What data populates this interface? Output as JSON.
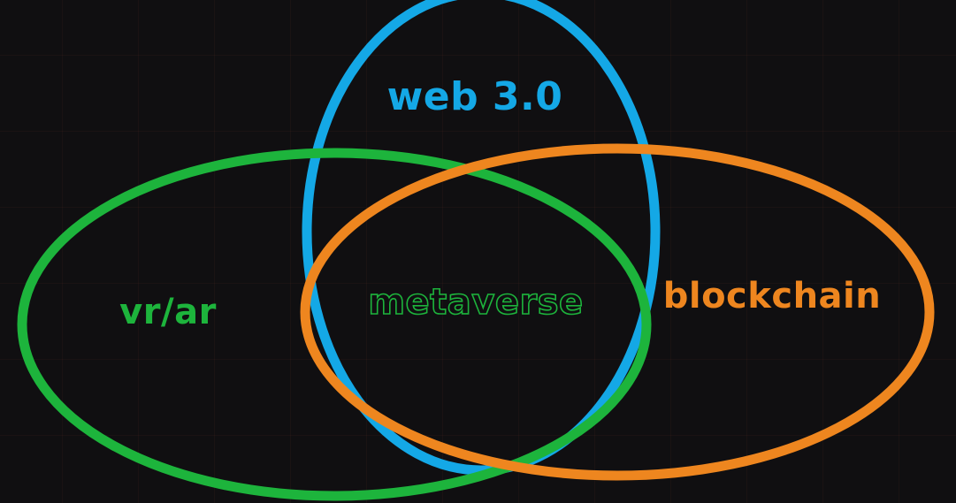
{
  "diagram": {
    "type": "venn",
    "sets": [
      {
        "id": "web3",
        "label": "web 3.0",
        "color": "#14a8e6"
      },
      {
        "id": "vrar",
        "label": "vr/ar",
        "color": "#1db43c"
      },
      {
        "id": "blockchain",
        "label": "blockchain",
        "color": "#ee861f"
      }
    ],
    "intersection": {
      "label": "metaverse",
      "color": "#1db43c"
    }
  }
}
